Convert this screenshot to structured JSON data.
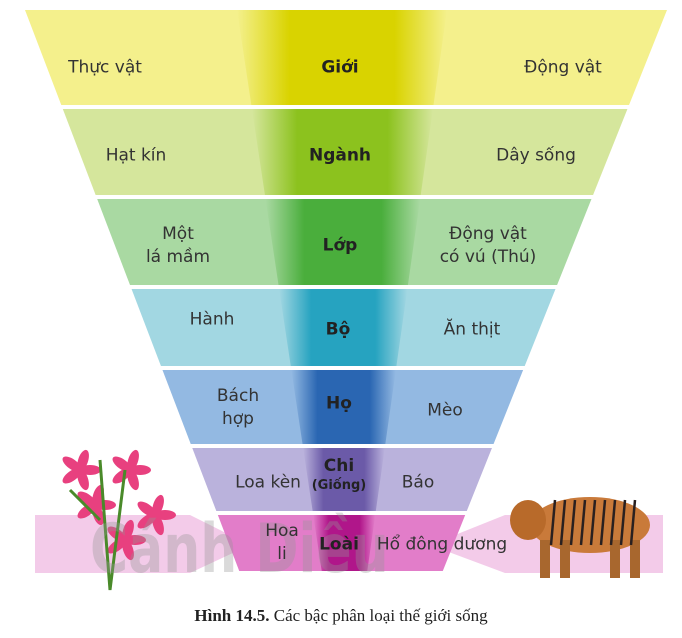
{
  "figure": {
    "rows": [
      {
        "rank": "Giới",
        "plant": "Thực vật",
        "animal": "Động vật",
        "side": "#f4f08c",
        "center": "#d9d300"
      },
      {
        "rank": "Ngành",
        "plant": "Hạt kín",
        "animal": "Dây sống",
        "side": "#d5e69c",
        "center": "#8cc21e"
      },
      {
        "rank": "Lớp",
        "plant": "Một lá mầm",
        "animal": "Động vật có vú (Thú)",
        "side": "#a9d9a2",
        "center": "#4aae3c"
      },
      {
        "rank": "Bộ",
        "plant": "Hành",
        "animal": "Ăn thịt",
        "side": "#a2d7e2",
        "center": "#26a3c0"
      },
      {
        "rank": "Họ",
        "plant": "Bách hợp",
        "animal": "Mèo",
        "side": "#93b9e2",
        "center": "#2a66b2"
      },
      {
        "rank": "Chi",
        "rank_sub": "(Giống)",
        "plant": "Loa kèn",
        "animal": "Báo",
        "side": "#bab2dc",
        "center": "#6b5aa8"
      },
      {
        "rank": "Loài",
        "plant": "Hoa li",
        "animal": "Hổ đông dương",
        "side": "#e27dc9",
        "center": "#b0168a"
      }
    ],
    "plant_lines": {
      "lop": [
        "Một",
        "lá mầm"
      ],
      "ho": [
        "Bách",
        "hợp"
      ],
      "loai": [
        "Hoa",
        "li"
      ]
    },
    "animal_lines": {
      "lop": [
        "Động vật",
        "có vú (Thú)"
      ]
    },
    "band_color": "#f3cbe9",
    "watermark": "Cánh Diều",
    "caption_bold": "Hình 14.5.",
    "caption_text": " Các bậc phân loại thế giới sống"
  }
}
